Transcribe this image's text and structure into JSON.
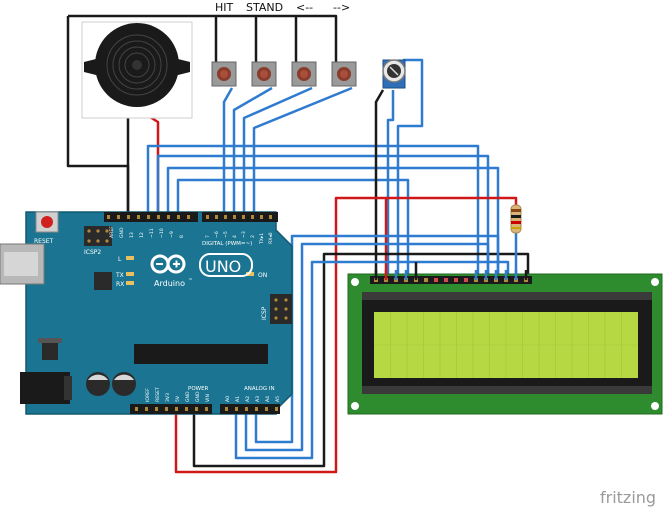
{
  "buttons": {
    "hit": "HIT",
    "stand": "STAND",
    "left": "<--",
    "right": "-->"
  },
  "arduino": {
    "reset": "RESET",
    "icsp2": "ICSP2",
    "logo_text": "Arduino",
    "model": "UNO",
    "tm": "™",
    "digital": "DIGITAL (PWM=~)",
    "power": "POWER",
    "analog_in": "ANALOG IN",
    "icsp": "ICSP",
    "on": "ON",
    "l": "L",
    "tx": "TX",
    "rx": "RX",
    "aref": "AREF",
    "gnd": "GND",
    "pin13": "13",
    "pin12": "12",
    "pin11": "~11",
    "pin10": "~10",
    "pin9": "~9",
    "pin8": "8",
    "pin7": "7",
    "pin6": "~6",
    "pin5": "~5",
    "pin4": "4",
    "pin3": "~3",
    "pin2": "2",
    "tx1": "TX▸1",
    "rx0": "RX◂0",
    "ioref": "IOREF",
    "reset_pin": "RESET",
    "v33": "3V3",
    "v5": "5V",
    "gnd_p": "GND",
    "gnd_p2": "GND",
    "vin": "VIN",
    "a0": "A0",
    "a1": "A1",
    "a2": "A2",
    "a3": "A3",
    "a4": "A4",
    "a5": "A5"
  },
  "watermark": "fritzing",
  "colors": {
    "wire_blue": "#2f7bd0",
    "wire_red": "#d01818",
    "wire_black": "#1a1a1a",
    "board": "#1b7592",
    "lcd_pcb": "#2e8b2e",
    "lcd_screen": "#b6d843"
  }
}
